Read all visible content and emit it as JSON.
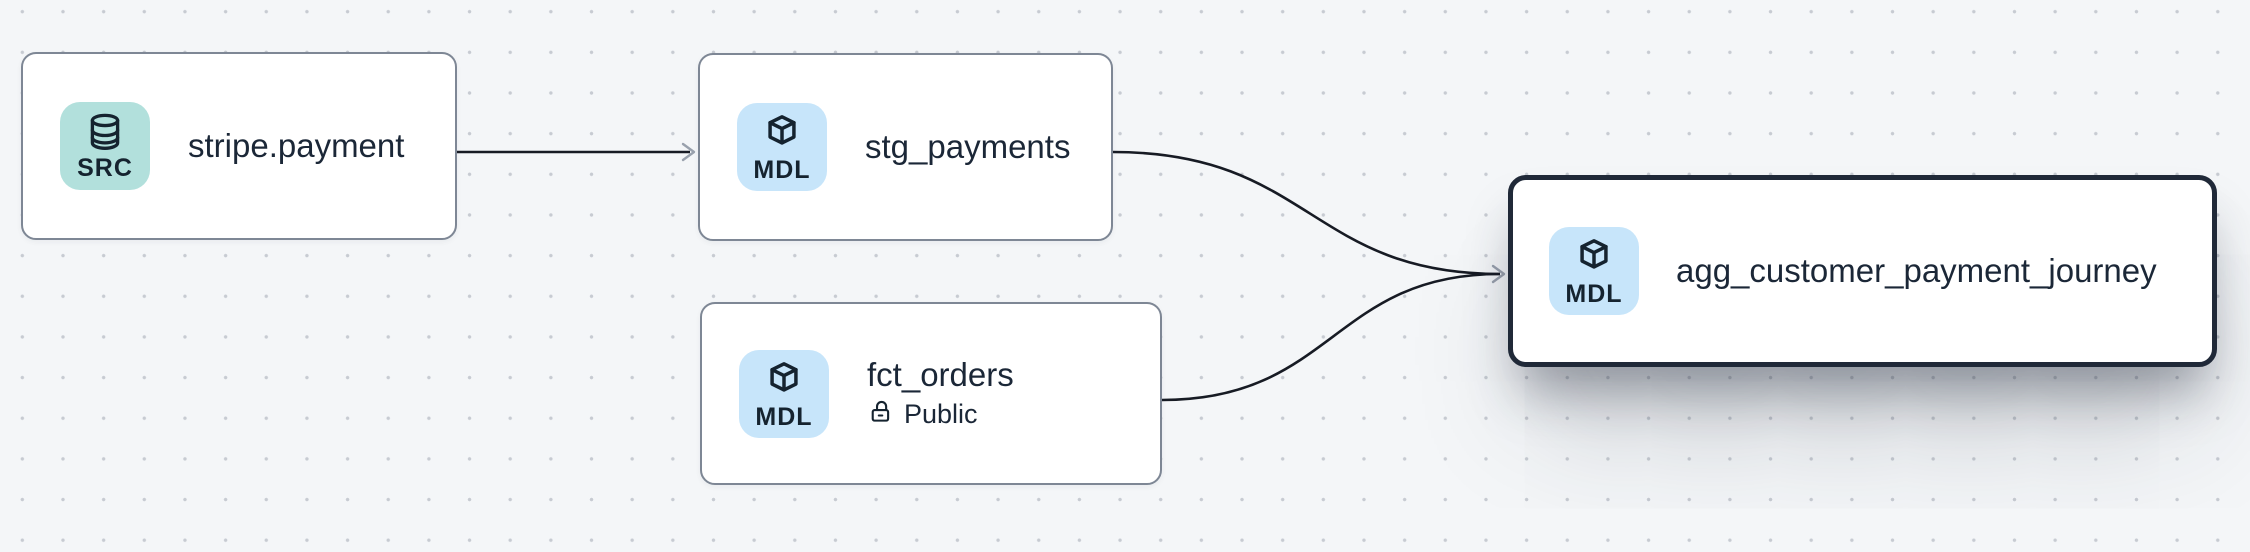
{
  "canvas": {
    "background_color": "#f4f6f8",
    "dot_color": "#c7cbd2"
  },
  "colors": {
    "source_badge_bg": "#b2e0dc",
    "model_badge_bg": "#c7e5fa",
    "node_border": "#7e8795",
    "selected_node_border": "#202938",
    "edge": "#171b24",
    "arrowhead": "#99a1ad",
    "text": "#1b2737"
  },
  "nodes": [
    {
      "id": "stripe.payment",
      "label": "stripe.payment",
      "badge": "SRC",
      "icon": "database-icon",
      "selected": false
    },
    {
      "id": "stg_payments",
      "label": "stg_payments",
      "badge": "MDL",
      "icon": "cube-icon",
      "selected": false
    },
    {
      "id": "fct_orders",
      "label": "fct_orders",
      "badge": "MDL",
      "icon": "cube-icon",
      "access_label": "Public",
      "access_icon": "unlock-icon",
      "selected": false
    },
    {
      "id": "agg_customer_payment_journey",
      "label": "agg_customer_payment_journey",
      "badge": "MDL",
      "icon": "cube-icon",
      "selected": true
    }
  ],
  "edges": [
    {
      "from": "stripe.payment",
      "to": "stg_payments"
    },
    {
      "from": "stg_payments",
      "to": "agg_customer_payment_journey"
    },
    {
      "from": "fct_orders",
      "to": "agg_customer_payment_journey"
    }
  ]
}
